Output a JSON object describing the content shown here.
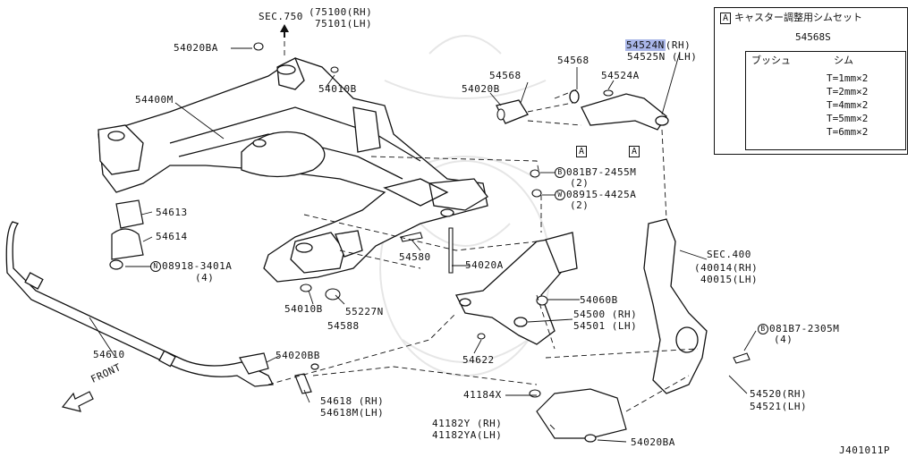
{
  "diagram": {
    "sec750": {
      "title": "SEC.750",
      "rh": "(75100(RH)",
      "lh": "75101(LH)"
    },
    "labels": {
      "p54020BA_top": "54020BA",
      "p54010B_top": "54010B",
      "p54400M": "54400M",
      "p54613": "54613",
      "p54614": "54614",
      "p08918": "08918-3401A",
      "p08918_qty": "(4)",
      "p54610": "54610",
      "p54020BB": "54020BB",
      "p54618_rh": "54618 (RH)",
      "p54618_lh": "54618M(LH)",
      "p54010B_bot": "54010B",
      "p55227N": "55227N",
      "p54588": "54588",
      "p54580": "54580",
      "p54020A": "54020A",
      "p54020B": "54020B",
      "p54568_left": "54568",
      "p54568_mid": "54568",
      "p54524A": "54524A",
      "p54524N": "54524N",
      "p54524N_side": "(RH)",
      "p54525N": "54525N (LH)",
      "p081B7_2455M": "081B7-2455M",
      "p081B7_2455M_qty": "(2)",
      "p08915": "08915-4425A",
      "p08915_qty": "(2)",
      "p54060B": "54060B",
      "p54500": "54500 (RH)",
      "p54501": "54501 (LH)",
      "p54622": "54622",
      "p41184X": "41184X",
      "p41182Y": "41182Y (RH)",
      "p41182YA": "41182YA(LH)",
      "p54020BA_bot": "54020BA",
      "sec400": "SEC.400",
      "sec400_rh": "(40014(RH)",
      "sec400_lh": "40015(LH)",
      "p081B7_2305M": "081B7-2305M",
      "p081B7_2305M_qty": "(4)",
      "p54520": "54520(RH)",
      "p54521": "54521(LH)",
      "front": "FRONT",
      "ref_a1": "A",
      "ref_a2": "A",
      "circ_n": "N",
      "circ_b1": "B",
      "circ_w": "W",
      "circ_b2": "B",
      "drawing_no": "J401011P"
    },
    "shim_kit": {
      "ref": "A",
      "title": "キャスター調整用シムセット",
      "part_no": "54568S",
      "bush_label": "ブッシュ",
      "shim_label": "シム",
      "sizes": [
        "T=1mm×2",
        "T=2mm×2",
        "T=4mm×2",
        "T=5mm×2",
        "T=6mm×2"
      ]
    }
  }
}
